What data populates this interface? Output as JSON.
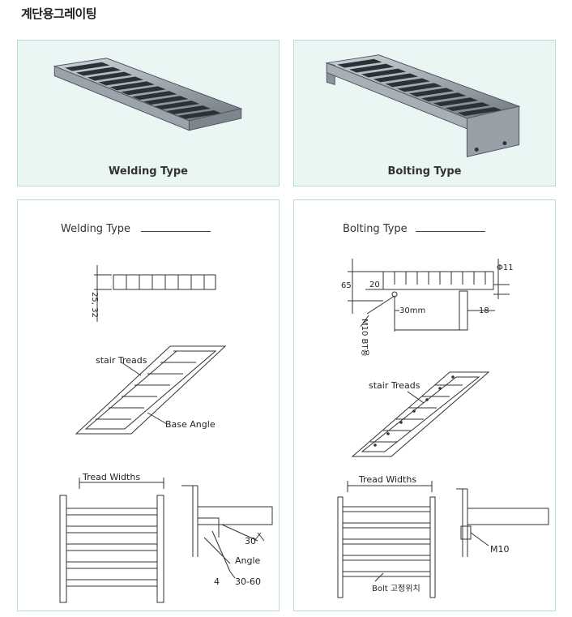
{
  "page": {
    "title": "계단용그레이팅"
  },
  "photos": [
    {
      "caption": "Welding Type"
    },
    {
      "caption": "Bolting Type"
    }
  ],
  "drawings": {
    "welding": {
      "title": "Welding Type",
      "section_dim": "25, 32",
      "stair_treads": "stair Treads",
      "base_angle": "Base Angle",
      "tread_widths": "Tread Widths",
      "weld_dim_1": "30",
      "angle": "Angle",
      "weld_dim_2": "4",
      "weld_dim_3": "30-60"
    },
    "bolting": {
      "title": "Bolting Type",
      "phi": "Φ11",
      "dim_65": "65",
      "dim_20": "20",
      "dim_30mm": "30mm",
      "dim_18": "18",
      "bolt_label": "M10 BT용",
      "stair_treads": "stair Treads",
      "tread_widths": "Tread Widths",
      "m10": "M10",
      "bolt_position": "Bolt 고정위치"
    }
  }
}
